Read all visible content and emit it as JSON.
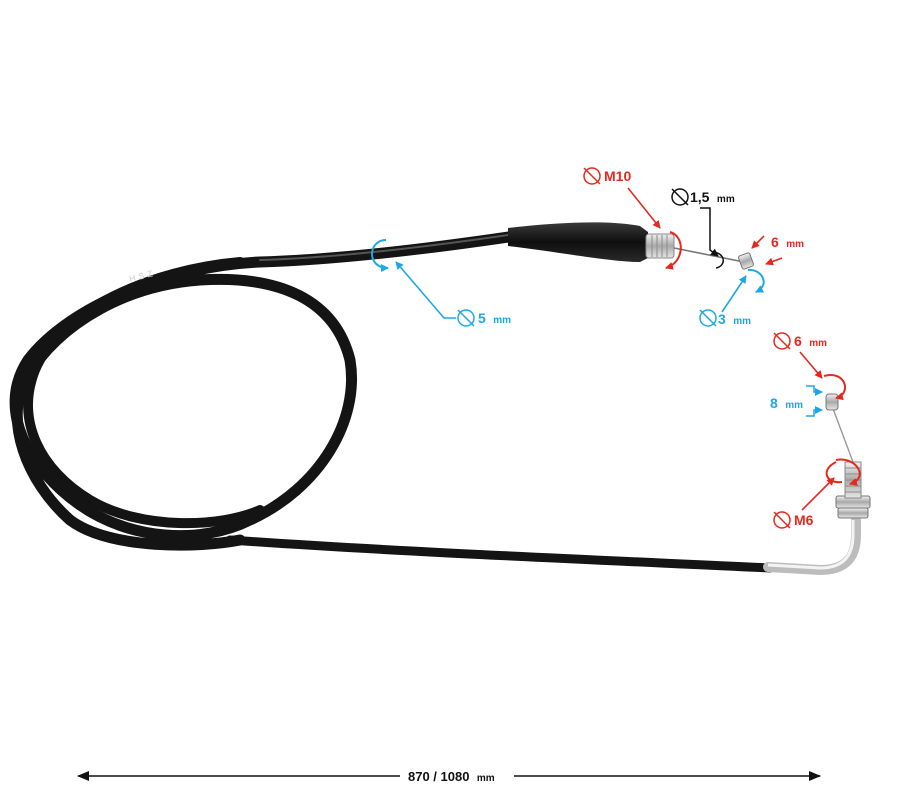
{
  "colors": {
    "red": "#e8281e",
    "blue": "#1ea7e8",
    "black": "#111111",
    "cable": "#141414",
    "metal": "#c9c9c9"
  },
  "icons": {
    "diameter": "diameter-symbol-icon",
    "rotate": "rotation-arrow-icon"
  },
  "labels": {
    "thread_top": "M10",
    "wire_diameter_value": "1,5",
    "wire_diameter_unit": "mm",
    "top_nipple_width_value": "6",
    "top_nipple_width_unit": "mm",
    "top_nipple_diameter_value": "3",
    "top_nipple_diameter_unit": "mm",
    "outer_sheath_value": "5",
    "outer_sheath_unit": "mm",
    "bottom_nipple_diameter_value": "6",
    "bottom_nipple_diameter_unit": "mm",
    "bottom_nipple_length_value": "8",
    "bottom_nipple_length_unit": "mm",
    "thread_bottom": "M6",
    "total_length_value": "870 / 1080",
    "total_length_unit": "mm"
  },
  "cable_print": {
    "marking": "HSZ"
  }
}
